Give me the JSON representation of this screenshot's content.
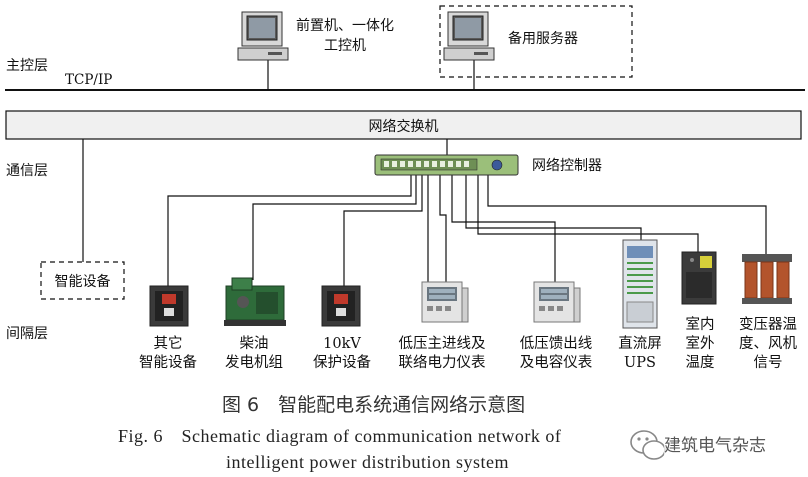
{
  "layers": {
    "master": "主控层",
    "protocol": "TCP/IP",
    "comm": "通信层",
    "bay": "间隔层"
  },
  "top": {
    "front_end_line1": "前置机、一体化",
    "front_end_line2": "工控机",
    "backup_server": "备用服务器"
  },
  "switch_label": "网络交换机",
  "controller_label": "网络控制器",
  "smart_device": "智能设备",
  "devices": [
    {
      "line1": "其它",
      "line2": "智能设备"
    },
    {
      "line1": "柴油",
      "line2": "发电机组"
    },
    {
      "line1": "10kV",
      "line2": "保护设备"
    },
    {
      "line1": "低压主进线及",
      "line2": "联络电力仪表"
    },
    {
      "line1": "低压馈出线",
      "line2": "及电容仪表"
    },
    {
      "line1": "直流屏",
      "line2": "UPS"
    },
    {
      "line1": "室内",
      "line2": "室外",
      "line3": "温度"
    },
    {
      "line1": "变压器温",
      "line2": "度、风机",
      "line3": "信号"
    }
  ],
  "caption": {
    "cn": "图 6　智能配电系统通信网络示意图",
    "en_line1": "Fig. 6　Schematic diagram of communication network of",
    "en_line2": "intelligent power distribution system"
  },
  "watermark": "建筑电气杂志",
  "colors": {
    "line": "#111111",
    "switch_fill": "#f0f0f0",
    "controller_green": "#9bbf7a",
    "generator_green": "#2e6b3a",
    "transformer_rust": "#b3542c"
  }
}
